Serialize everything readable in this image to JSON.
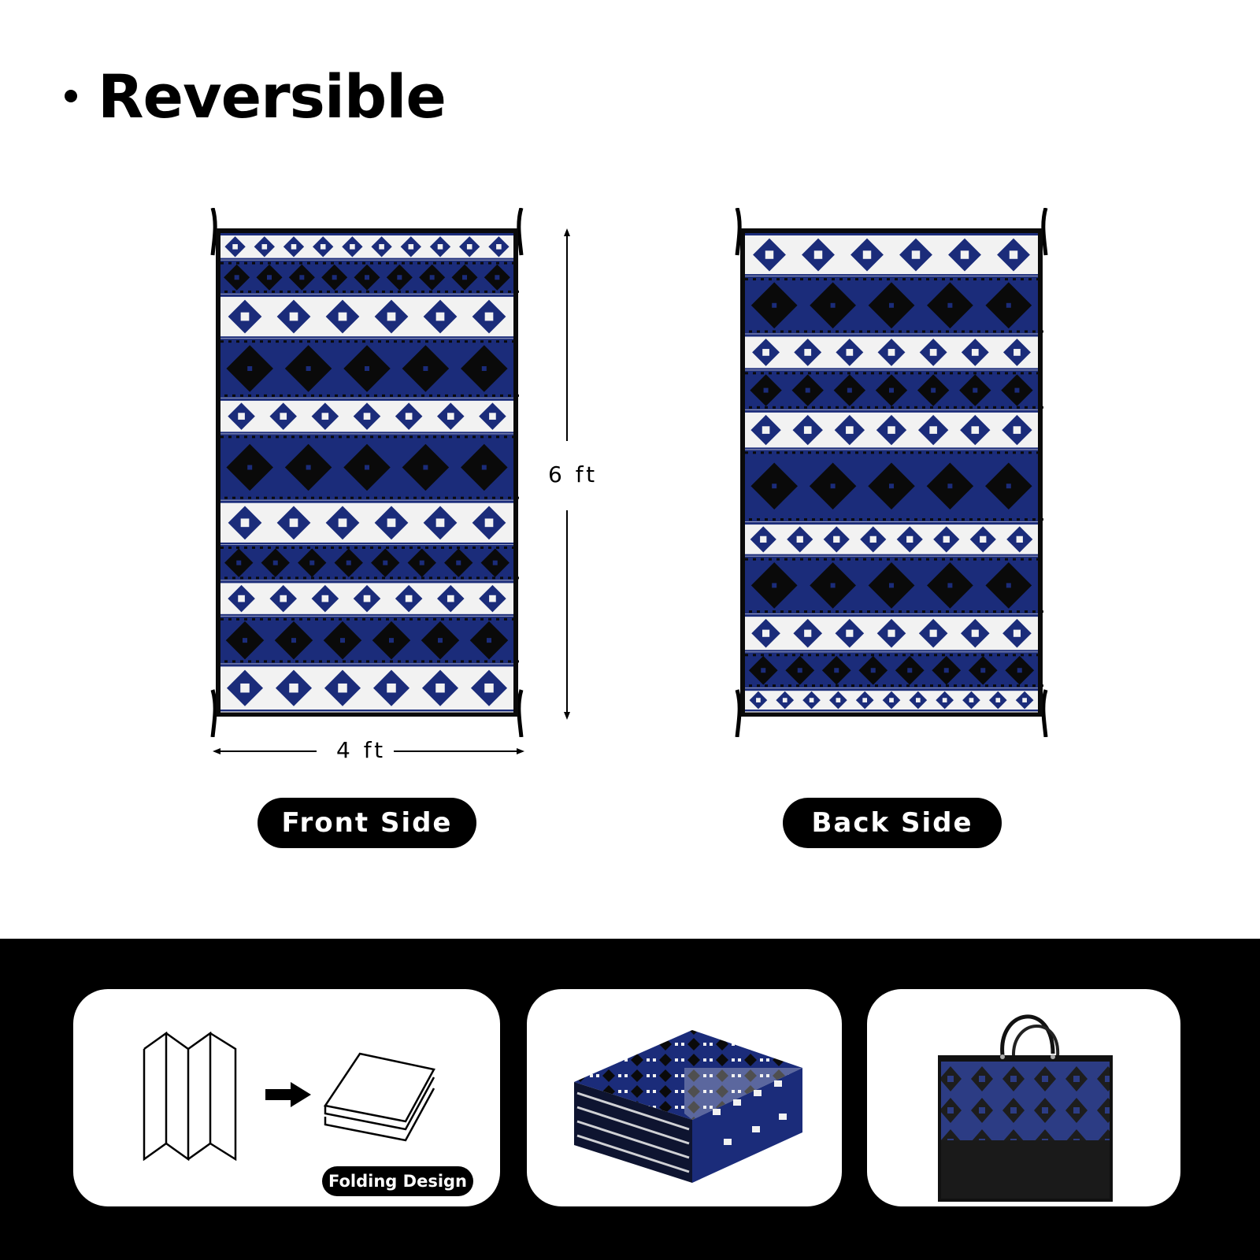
{
  "heading": {
    "bullet": "•",
    "title": "Reversible"
  },
  "front": {
    "label": "Front Side",
    "width_label": "4 ft",
    "height_label": "6 ft"
  },
  "back": {
    "label": "Back Side"
  },
  "features": {
    "folding_label": "Folding Design"
  },
  "colors": {
    "navy": "#1b2c7a",
    "black": "#0a0a0a",
    "white": "#f2f2f2",
    "background": "#ffffff"
  },
  "icons": [
    "folded-panels-icon",
    "arrow-right-icon",
    "stacked-sheets-icon",
    "folded-mat-photo",
    "storage-bag-photo"
  ]
}
